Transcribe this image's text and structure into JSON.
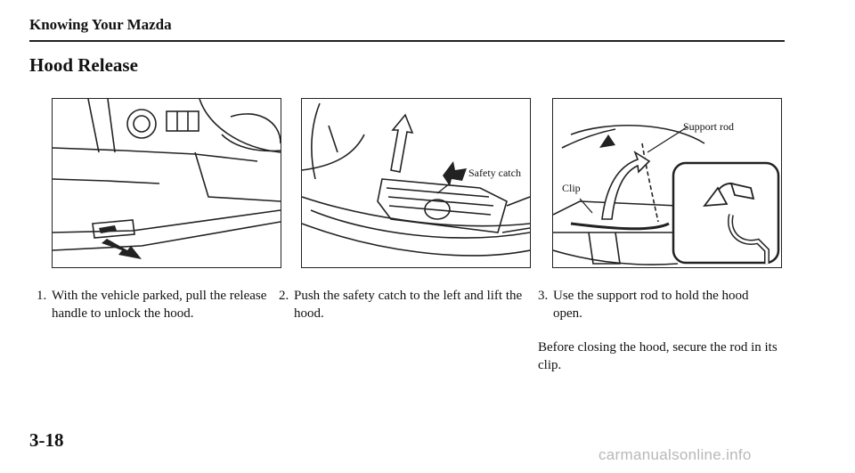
{
  "header": {
    "section": "Knowing Your Mazda"
  },
  "title": "Hood Release",
  "figures": {
    "fig2": {
      "callout": "Safety catch"
    },
    "fig3": {
      "callout_top": "Support rod",
      "callout_left": "Clip"
    }
  },
  "steps": [
    {
      "number": "1.",
      "text": "With the vehicle parked, pull the release handle to unlock the hood."
    },
    {
      "number": "2.",
      "text": "Push the safety catch to the left and lift the hood."
    },
    {
      "number": "3.",
      "text": "Use the support rod to hold the hood open."
    }
  ],
  "note": "Before closing the hood, secure the rod in its clip.",
  "page_number": "3-18",
  "watermark": "carmanualsonline.info",
  "icons": [
    "hood-release-handle-icon",
    "pull-arrow-icon",
    "lift-arrow-icon",
    "support-rod-icon"
  ]
}
